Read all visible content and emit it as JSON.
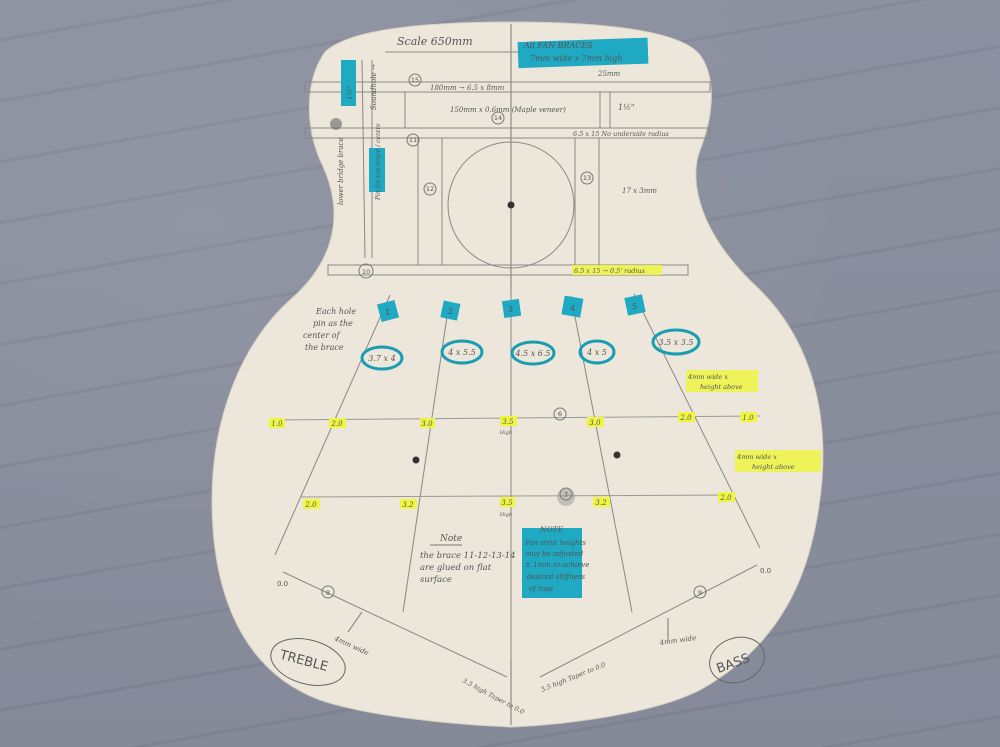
{
  "title": "Scale 650mm",
  "fan_note": {
    "line1": "All FAN BRACES",
    "line2": "7mm wide x 7mm high"
  },
  "dims": {
    "d25": "25mm",
    "brace15": "180mm  →  6.5 x 8mm",
    "brace14": "150mm x 0.6mm (Maple veneer)",
    "inch": "1½\"",
    "brace11": "6.5 x 15   No underside radius",
    "brace13_size": "17 x 3mm",
    "brace10": "6.5 x 15 → 0.5' radius",
    "soundhole": "Soundhole →",
    "lower_bridge": "lower bridge brace",
    "left_blue1": "1½\"",
    "left_blue2": "Pin for top brace / centre"
  },
  "brace_numbers": [
    "15",
    "14",
    "11",
    "12",
    "13",
    "10",
    "6",
    "7",
    "8",
    "9"
  ],
  "fan_pins": [
    {
      "n": "1",
      "size": "3.7 x 4"
    },
    {
      "n": "2",
      "size": "4 x 5.5"
    },
    {
      "n": "3",
      "size": "4.5 x 6.5"
    },
    {
      "n": "4",
      "size": "4 x 5"
    },
    {
      "n": "5",
      "size": "3.5 x 3.5"
    }
  ],
  "pin_note": "Each hole pin as the center of the brace",
  "heights_row6": [
    "1.0",
    "2.0",
    "3.0",
    "3.5",
    "3.0",
    "2.0",
    "1.0"
  ],
  "heights_row7": [
    "2.0",
    "3.2",
    "3.5",
    "3.2",
    "2.0"
  ],
  "high_label": "High",
  "side_note1": "4mm wide x height above",
  "side_note2": "4mm wide x height above",
  "note_left": {
    "title": "Note",
    "text": [
      "the brace 11-12-13-14",
      "are glued on flat",
      "surface"
    ]
  },
  "note_right": {
    "title": "NOTE",
    "text": [
      "Fan strut heights",
      "may be adjusted",
      "± 1mm to achieve",
      "desired stiffness",
      "of tops"
    ]
  },
  "treble": {
    "label": "TREBLE",
    "width": "4mm wide",
    "end": "0.0",
    "taper": "3.5 high Taper to 0.0"
  },
  "bass": {
    "label": "BASS",
    "width": "4mm wide",
    "end": "0.0",
    "taper": "3.5 high Taper to 0.0"
  },
  "colors": {
    "paper": "#ece7da",
    "teal": "#1fa9c2",
    "yellow": "#eef542",
    "pencil": "#5b5b5b",
    "background": "#8a8f9e"
  }
}
